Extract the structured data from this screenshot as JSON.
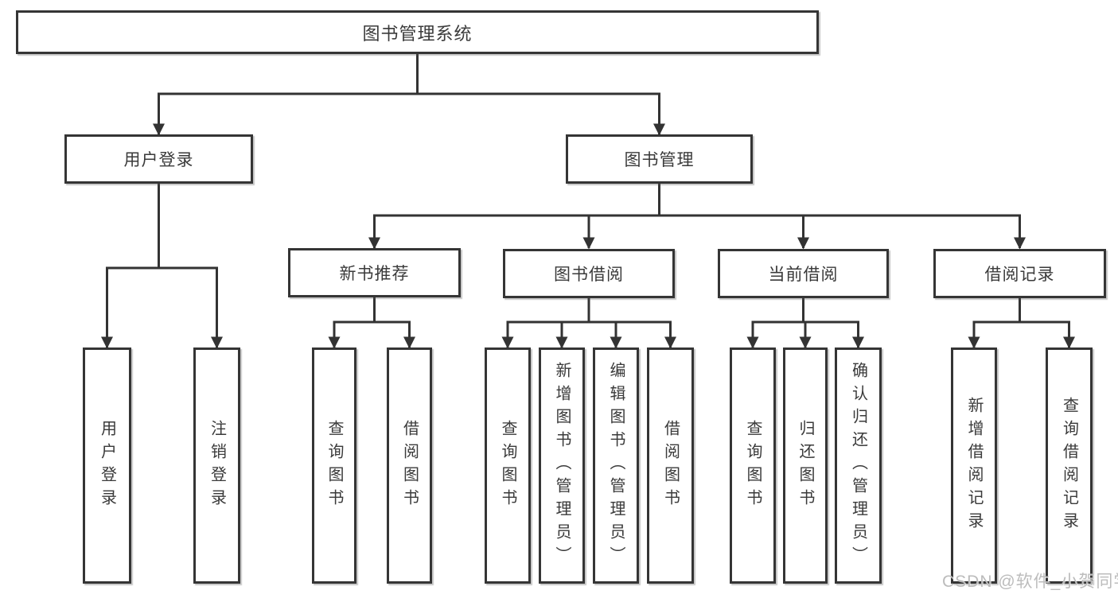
{
  "tree": {
    "label": "图书管理系统",
    "children": [
      {
        "label": "用户登录",
        "children": [
          {
            "label": "用户登录"
          },
          {
            "label": "注销登录"
          }
        ]
      },
      {
        "label": "图书管理",
        "children": [
          {
            "label": "新书推荐",
            "children": [
              {
                "label": "查询图书"
              },
              {
                "label": "借阅图书"
              }
            ]
          },
          {
            "label": "图书借阅",
            "children": [
              {
                "label": "查询图书"
              },
              {
                "label": "新增图书（管理员）"
              },
              {
                "label": "编辑图书（管理员）"
              },
              {
                "label": "借阅图书"
              }
            ]
          },
          {
            "label": "当前借阅",
            "children": [
              {
                "label": "查询图书"
              },
              {
                "label": "归还图书"
              },
              {
                "label": "确认归还（管理员）"
              }
            ]
          },
          {
            "label": "借阅记录",
            "children": [
              {
                "label": "新增借阅记录"
              },
              {
                "label": "查询借阅记录"
              }
            ]
          }
        ]
      }
    ]
  },
  "watermark": {
    "text": "CSDN @软件_小贺同学"
  },
  "colors": {
    "line": "#333333",
    "box_border": "#353535",
    "box_fill": "#ffffff",
    "text": "#3a3a3a",
    "watermark": "#bcbcbc"
  }
}
